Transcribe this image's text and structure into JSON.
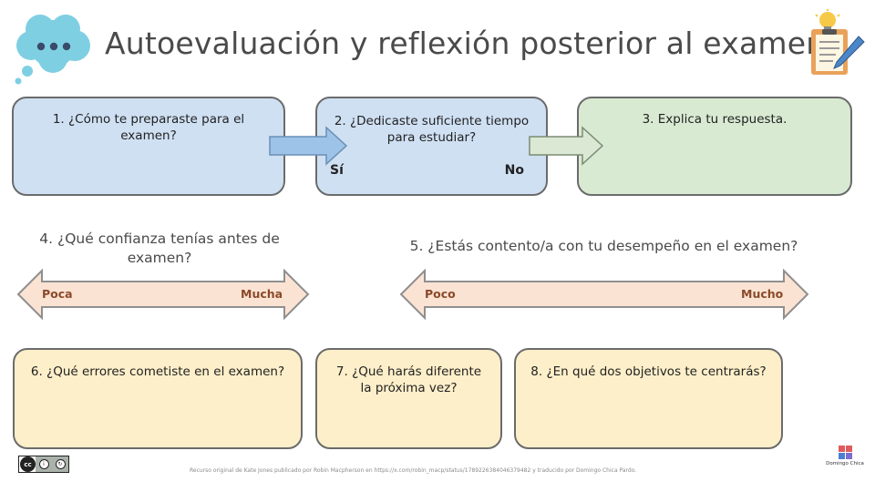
{
  "header": {
    "title": "Autoevaluación y reflexión posterior al examen."
  },
  "boxes": {
    "q1": "1. ¿Cómo te preparaste para el examen?",
    "q2": "2. ¿Dedicaste suficiente tiempo para estudiar?",
    "q2_yes": "Sí",
    "q2_no": "No",
    "q3": "3. Explica tu respuesta.",
    "q6": "6. ¿Qué errores cometiste en el examen?",
    "q7": "7. ¿Qué harás diferente la próxima vez?",
    "q8": "8. ¿En qué dos objetivos te centrarás?"
  },
  "scales": {
    "q4": "4. ¿Qué confianza tenías antes de examen?",
    "q4_low": "Poca",
    "q4_high": "Mucha",
    "q5": "5. ¿Estás contento/a con tu desempeño en el examen?",
    "q5_low": "Poco",
    "q5_high": "Mucho"
  },
  "footer": {
    "credit": "Recurso original de Kate Jones publicado por Robin Macpherson en https://x.com/robin_macp/status/1789226384046379482 y traducido por Domingo Chica Pardo.",
    "license_badge": "cc by sa",
    "logo_text": "Domingo Chica"
  },
  "colors": {
    "blue": "#cfe0f3",
    "green": "#d9ead3",
    "yellow": "#fdefc9",
    "scale_fill": "#fbe3d3",
    "border": "#6b6b6b"
  },
  "icons": [
    "speech-cloud-icon",
    "clipboard-pencil-icon",
    "cc-license-icon"
  ]
}
